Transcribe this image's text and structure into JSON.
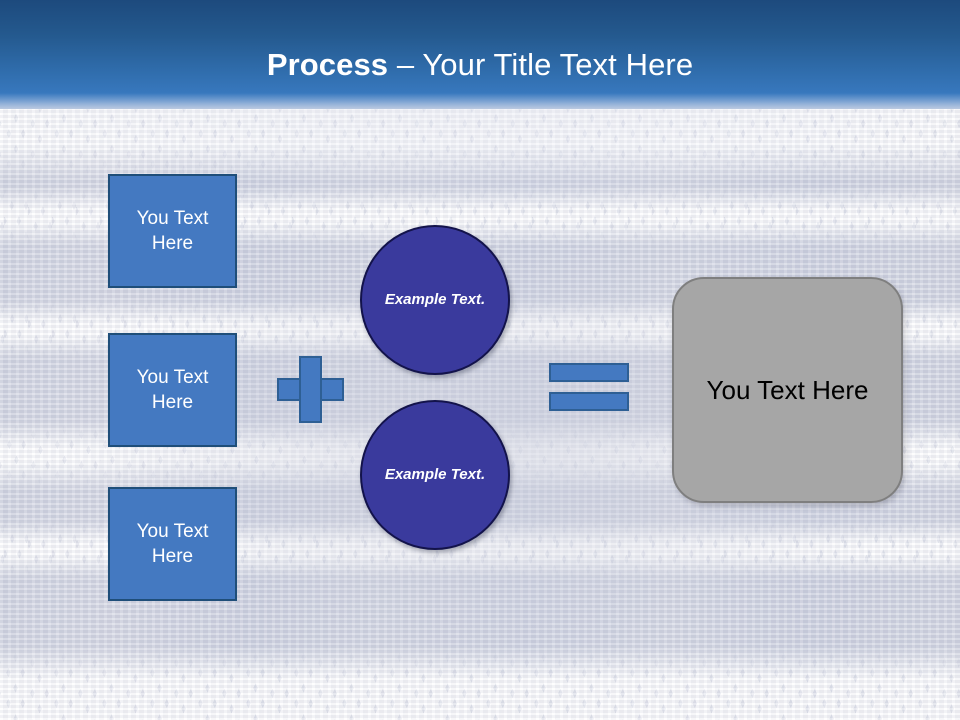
{
  "slide": {
    "title": {
      "strong": "Process",
      "rest": " – Your Title Text Here"
    },
    "colors": {
      "title_bar_top": "#1d4a7d",
      "title_bar_bottom": "#3b7cc4",
      "blue_box_fill": "#4479c1",
      "blue_box_border": "#1f4e79",
      "circle_fill": "#3a3a9d",
      "circle_border": "#13134b",
      "gray_box_fill": "#a6a6a6",
      "gray_box_border": "#7f7f7f",
      "background_base": "#d3d6e2",
      "title_text": "#ffffff",
      "gray_box_text": "#000000"
    },
    "inputs": [
      {
        "label": "You Text Here"
      },
      {
        "label": "You Text Here"
      },
      {
        "label": "You Text Here"
      }
    ],
    "operators": {
      "plus": "+",
      "equals": "="
    },
    "circles": [
      {
        "label": "Example Text."
      },
      {
        "label": "Example Text."
      }
    ],
    "result": {
      "label": "You Text Here"
    }
  }
}
